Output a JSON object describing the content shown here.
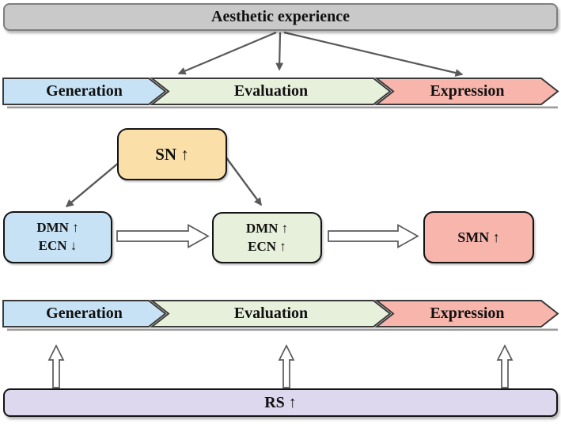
{
  "diagram": {
    "title": "Aesthetic experience",
    "stages": [
      {
        "id": "generation",
        "label": "Generation"
      },
      {
        "id": "evaluation",
        "label": "Evaluation"
      },
      {
        "id": "expression",
        "label": "Expression"
      }
    ],
    "networks": {
      "sn": {
        "label": "SN ↑"
      },
      "generation_state": {
        "line1": "DMN ↑",
        "line2": "ECN ↓"
      },
      "evaluation_state": {
        "line1": "DMN ↑",
        "line2": "ECN ↑"
      },
      "expression_state": {
        "label": "SMN ↑"
      },
      "resting_state": {
        "label": "RS ↑"
      }
    },
    "colors": {
      "title_fill": "#c9c9c9",
      "generation_fill": "#c7e2f4",
      "evaluation_fill": "#e6f0db",
      "expression_fill": "#f7b5ac",
      "sn_fill": "#fadfa8",
      "rs_fill": "#ddd8ee",
      "outline_dark": "#3a3a3a",
      "arrow_gray": "#595959"
    }
  }
}
